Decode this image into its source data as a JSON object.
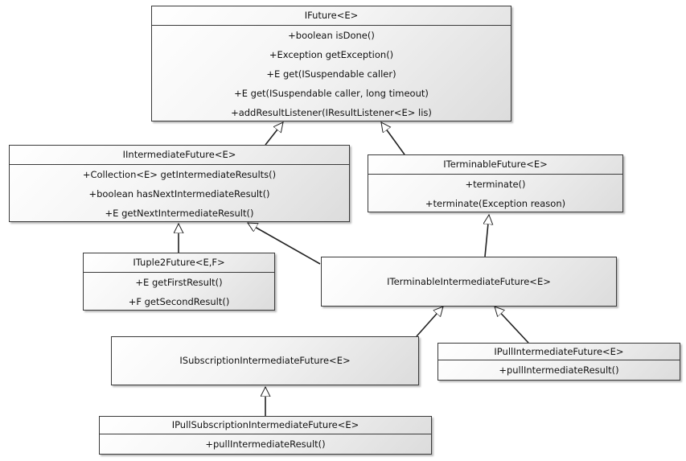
{
  "diagram": {
    "classes": {
      "ifuture": {
        "name": "IFuture<E>",
        "ops": [
          "+boolean isDone()",
          "+Exception getException()",
          "+E get(ISuspendable caller)",
          "+E get(ISuspendable caller, long timeout)",
          "+addResultListener(IResultListener<E> lis)"
        ]
      },
      "iintermediate": {
        "name": "IIntermediateFuture<E>",
        "ops": [
          "+Collection<E> getIntermediateResults()",
          "+boolean hasNextIntermediateResult()",
          "+E getNextIntermediateResult()"
        ]
      },
      "iterminable": {
        "name": "ITerminableFuture<E>",
        "ops": [
          "+terminate()",
          "+terminate(Exception reason)"
        ]
      },
      "ituple2": {
        "name": "ITuple2Future<E,F>",
        "ops": [
          "+E getFirstResult()",
          "+F getSecondResult()"
        ]
      },
      "iterminableintermediate": {
        "name": "ITerminableIntermediateFuture<E>",
        "ops": []
      },
      "isubscription": {
        "name": "ISubscriptionIntermediateFuture<E>",
        "ops": []
      },
      "ipull": {
        "name": "IPullIntermediateFuture<E>",
        "ops": [
          "+pullIntermediateResult()"
        ]
      },
      "ipullsubscription": {
        "name": "IPullSubscriptionIntermediateFuture<E>",
        "ops": [
          "+pullIntermediateResult()"
        ]
      }
    }
  }
}
